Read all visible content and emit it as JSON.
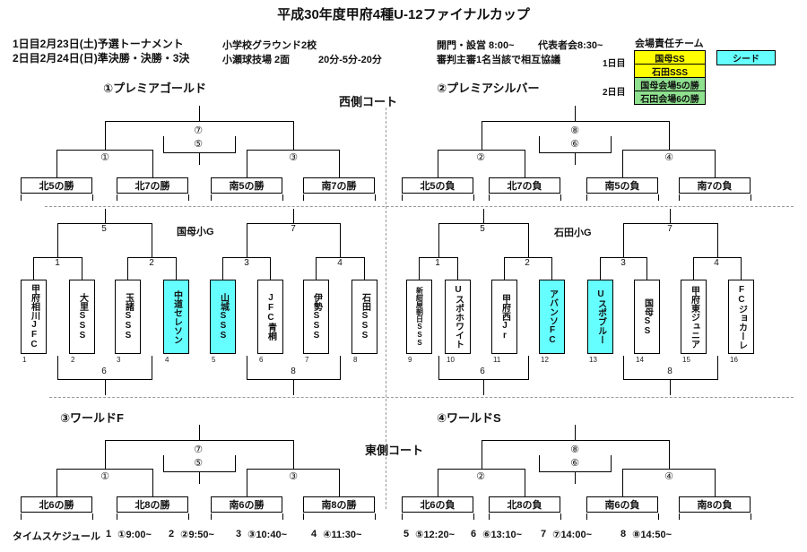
{
  "title": "平成30年度甲府4種U-12ファイナルカップ",
  "info": {
    "day1": "1日目2月23日(土)予選トーナメント",
    "day2": "2日目2月24日(日)準決勝・決勝・3決",
    "venue1": "小学校グラウンド2校",
    "venue2": "小瀬球技場 2面",
    "duration": "20分-5分-20分",
    "gate": "開門・設営 8:00~",
    "reps": "代表者会8:30~",
    "referee": "審判主審1名当該で相互協議"
  },
  "legend": {
    "header": "会場責任チーム",
    "day1_label": "1日目",
    "day2_label": "2日目",
    "rows": [
      {
        "label": "国母SS",
        "color": "#ffff00"
      },
      {
        "label": "石田SSS",
        "color": "#ffff00"
      },
      {
        "label": "国母会場5の勝",
        "color": "#8fe08f"
      },
      {
        "label": "石田会場6の勝",
        "color": "#8fe08f"
      }
    ],
    "seed_label": "シード",
    "seed_color": "#66ffff"
  },
  "courts": {
    "west": "西側コート",
    "east": "東側コート"
  },
  "brackets": {
    "premier_gold": {
      "title": "①プレミアゴールド",
      "final_label": "⑦",
      "third_label": "⑤",
      "semi_left_label": "①",
      "semi_right_label": "③",
      "slots": [
        "北5の勝",
        "北7の勝",
        "南5の勝",
        "南7の勝"
      ]
    },
    "premier_silver": {
      "title": "②プレミアシルバー",
      "final_label": "⑧",
      "third_label": "⑥",
      "semi_left_label": "②",
      "semi_right_label": "④",
      "slots": [
        "北5の負",
        "北7の負",
        "南5の負",
        "南7の負"
      ]
    },
    "world_f": {
      "title": "③ワールドF",
      "final_label": "⑦",
      "third_label": "⑤",
      "semi_left_label": "①",
      "semi_right_label": "③",
      "slots": [
        "北6の勝",
        "北8の勝",
        "南6の勝",
        "南8の勝"
      ]
    },
    "world_s": {
      "title": "④ワールドS",
      "final_label": "⑧",
      "third_label": "⑥",
      "semi_left_label": "②",
      "semi_right_label": "④",
      "slots": [
        "北6の負",
        "北8の負",
        "南6の負",
        "南8の負"
      ]
    }
  },
  "preliminary": {
    "venues": {
      "north": "国母小G",
      "south": "石田小G"
    },
    "games": {
      "g1": "1",
      "g2": "2",
      "g3": "3",
      "g4": "4",
      "g5": "5",
      "g6": "6",
      "g7": "7",
      "g8": "8"
    },
    "teams": [
      {
        "no": "1",
        "name": "甲府相川JFC",
        "seed": false
      },
      {
        "no": "2",
        "name": "大里SSS",
        "seed": false
      },
      {
        "no": "3",
        "name": "玉諸SSS",
        "seed": false
      },
      {
        "no": "4",
        "name": "中道セレソン",
        "seed": true
      },
      {
        "no": "5",
        "name": "山城SSS",
        "seed": true
      },
      {
        "no": "6",
        "name": "JFC青桐",
        "seed": false
      },
      {
        "no": "7",
        "name": "伊勢SSS",
        "seed": false
      },
      {
        "no": "8",
        "name": "石田SSS",
        "seed": false
      },
      {
        "no": "9",
        "name": "新紺屋朝日SSS",
        "seed": false
      },
      {
        "no": "10",
        "name": "Uスポホワイト",
        "seed": false
      },
      {
        "no": "11",
        "name": "甲府西Jr",
        "seed": false
      },
      {
        "no": "12",
        "name": "アバンソFC",
        "seed": true
      },
      {
        "no": "13",
        "name": "Uスポブルー",
        "seed": true
      },
      {
        "no": "14",
        "name": "国母SS",
        "seed": false
      },
      {
        "no": "15",
        "name": "甲府東ジュニア",
        "seed": false
      },
      {
        "no": "16",
        "name": "FCジョカーレ",
        "seed": false
      }
    ]
  },
  "schedule": {
    "label": "タイムスケジュール",
    "items": [
      {
        "no": "1",
        "time": "①9:00~"
      },
      {
        "no": "2",
        "time": "②9:50~"
      },
      {
        "no": "3",
        "time": "③10:40~"
      },
      {
        "no": "4",
        "time": "④11:30~"
      },
      {
        "no": "5",
        "time": "⑤12:20~"
      },
      {
        "no": "6",
        "time": "⑥13:10~"
      },
      {
        "no": "7",
        "time": "⑦14:00~"
      },
      {
        "no": "8",
        "time": "⑧14:50~"
      }
    ]
  }
}
